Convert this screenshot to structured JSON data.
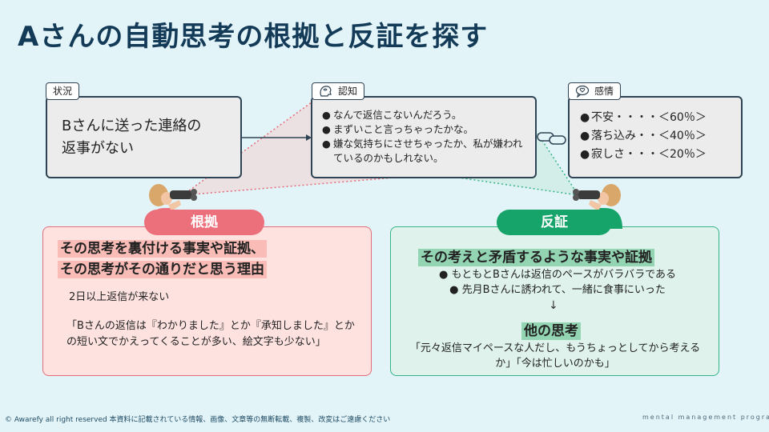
{
  "title": "Aさんの自動思考の根拠と反証を探す",
  "situation": {
    "tag": "状況",
    "lines": [
      "Bさんに送った連絡の",
      "返事がない"
    ]
  },
  "cognition": {
    "tag": "認知",
    "icon": "thinking-head-icon",
    "items": [
      "なんで返信こないんだろう。",
      "まずいこと言っちゃったかな。",
      "嫌な気持ちにさせちゃったか、私が嫌われているのかもしれない。"
    ]
  },
  "emotion": {
    "tag": "感情",
    "icon": "heart-speech-icon",
    "items": [
      "不安・・・・＜60％＞",
      "落ち込み・・＜40％＞",
      "寂しさ・・・＜20％＞"
    ]
  },
  "evidence": {
    "label": "根拠",
    "heading_line1": "その思考を裏付ける事実や証拠、",
    "heading_line2": "その思考がその通りだと思う理由",
    "item1": "2日以上返信が来ない",
    "item2": "「Bさんの返信は『わかりました』とか『承知しました』とかの短い文でかえってくることが多い、絵文字も少ない」",
    "color": "#ec6f7c"
  },
  "counter": {
    "label": "反証",
    "heading": "その考えと矛盾するような事実や証拠",
    "items": [
      "もともとBさんは返信のペースがバラバラである",
      "先月Bさんに誘われて、一緒に食事にいった"
    ],
    "arrow": "↓",
    "other_heading": "他の思考",
    "other_text": "「元々返信マイペースな人だし、もうちょっとしてから考えるか」「今は忙しいのかも」",
    "color": "#17a46a"
  },
  "footer": {
    "copyright": "© Awarefy all right reserved 本資料に記載されている情報、画像、文章等の無断転載、複製、改変はご遠慮ください",
    "brand": "mental management program"
  }
}
